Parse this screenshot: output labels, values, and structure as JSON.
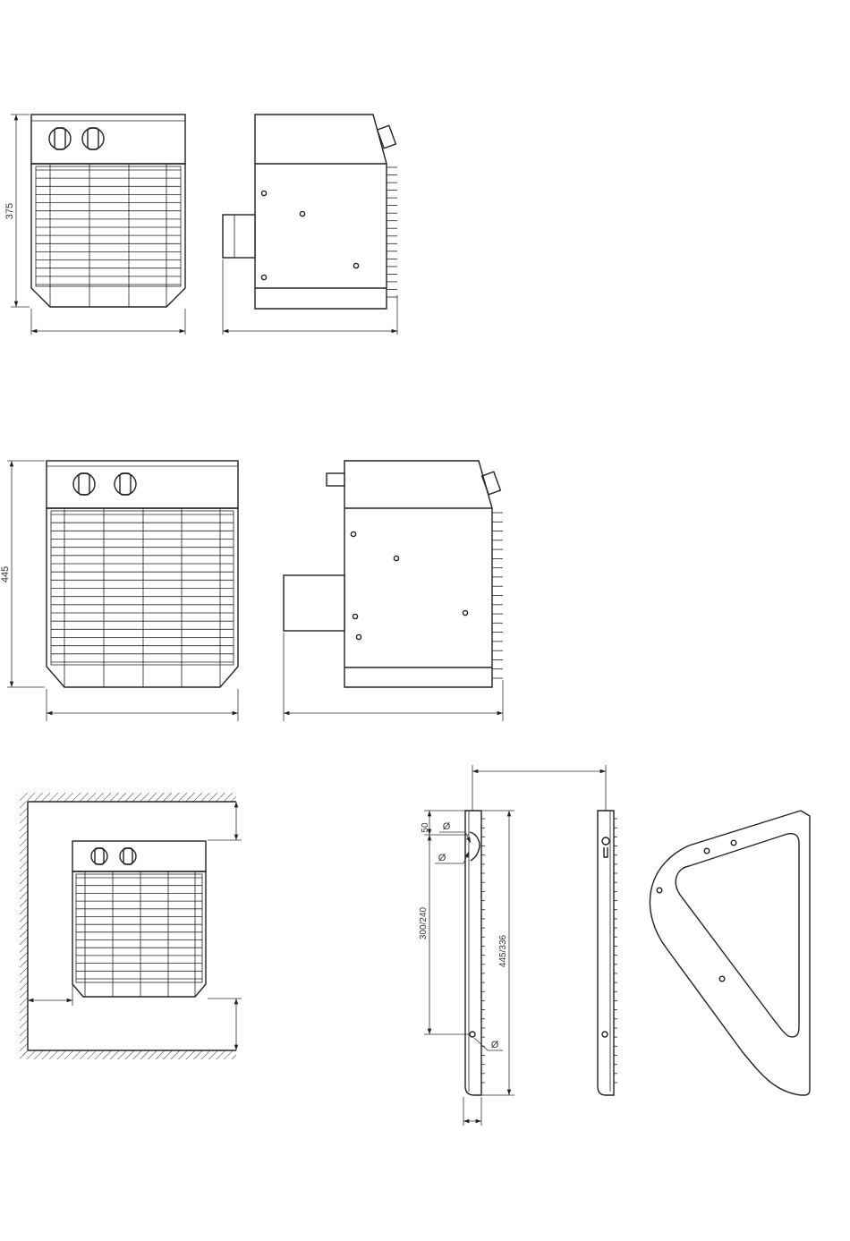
{
  "dimensions": {
    "height_small": "375",
    "height_large": "445",
    "hole_spacing": "300/240",
    "bracket_offset": "50",
    "bracket_length": "445/336",
    "diameter_symbol": "Ø"
  },
  "colors": {
    "line": "#222222",
    "background": "#ffffff"
  }
}
